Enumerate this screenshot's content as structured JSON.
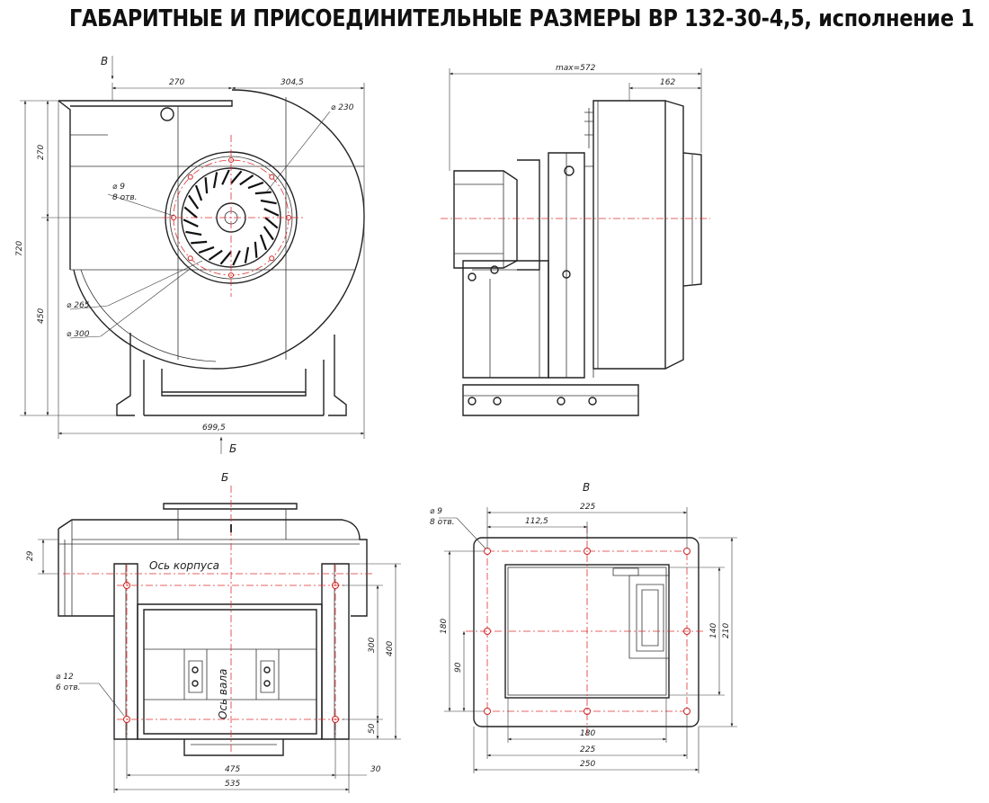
{
  "title": "ГАБАРИТНЫЕ И ПРИСОЕДИНИТЕЛЬНЫЕ РАЗМЕРЫ ВР 132-30-4,5, исполнение 1",
  "front_view": {
    "dim_270_top": "270",
    "dim_304_5": "304,5",
    "dim_230": "⌀ 230",
    "dim_9": "⌀ 9",
    "dim_9_holes": "8 отв.",
    "dim_270_left": "270",
    "dim_720": "720",
    "dim_450": "450",
    "dim_265": "⌀ 265",
    "dim_300": "⌀ 300",
    "dim_699_5": "699,5",
    "arrow_b_top": "В",
    "arrow_b_bottom": "Б"
  },
  "side_view": {
    "dim_max": "max=572",
    "dim_162": "162"
  },
  "bottom_view": {
    "label": "Б",
    "dim_29": "29",
    "axis_housing": "Ось корпуса",
    "axis_shaft": "Ось вала",
    "dim_12": "⌀ 12",
    "dim_12_holes": "6 отв.",
    "dim_300": "300",
    "dim_400": "400",
    "dim_50": "50",
    "dim_475": "475",
    "dim_30": "30",
    "dim_535": "535"
  },
  "flange_view": {
    "label": "В",
    "dim_9": "⌀ 9",
    "dim_9_holes": "8 отв.",
    "dim_225_top": "225",
    "dim_112_5": "112,5",
    "dim_180_left": "180",
    "dim_90": "90",
    "dim_140": "140",
    "dim_210": "210",
    "dim_180_bottom": "180",
    "dim_225_bottom": "225",
    "dim_250": "250"
  }
}
